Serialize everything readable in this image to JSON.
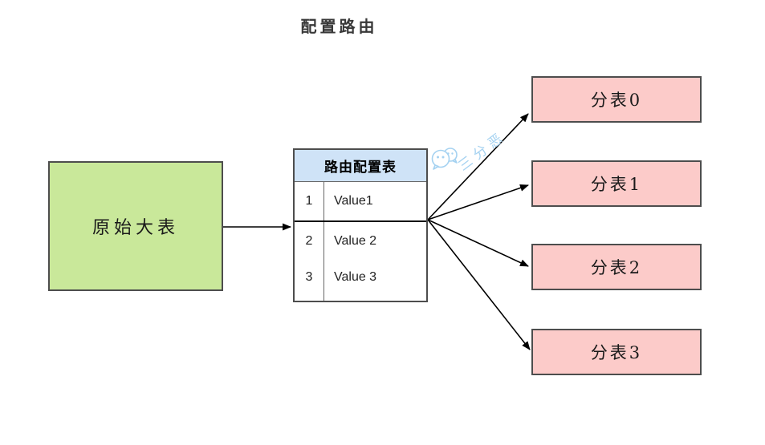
{
  "title": "配置路由",
  "source_box": {
    "label": "原始大表"
  },
  "routing_table": {
    "header": "路由配置表",
    "rows": [
      {
        "key": "1",
        "value": "Value1"
      },
      {
        "key": "2",
        "value": "Value 2"
      },
      {
        "key": "3",
        "value": "Value 3"
      }
    ]
  },
  "shards": [
    {
      "label": "分表0"
    },
    {
      "label": "分表1"
    },
    {
      "label": "分表2"
    },
    {
      "label": "分表3"
    }
  ],
  "watermark": {
    "icon": "wechat-icon",
    "text": "三分恶"
  },
  "colors": {
    "source_fill": "#c9e89a",
    "shard_fill": "#fccbc9",
    "table_header_fill": "#cfe3f7",
    "shape_border": "#4d4d4d",
    "arrow": "#000000",
    "watermark": "#a5d2f1",
    "title_text": "#383838"
  }
}
